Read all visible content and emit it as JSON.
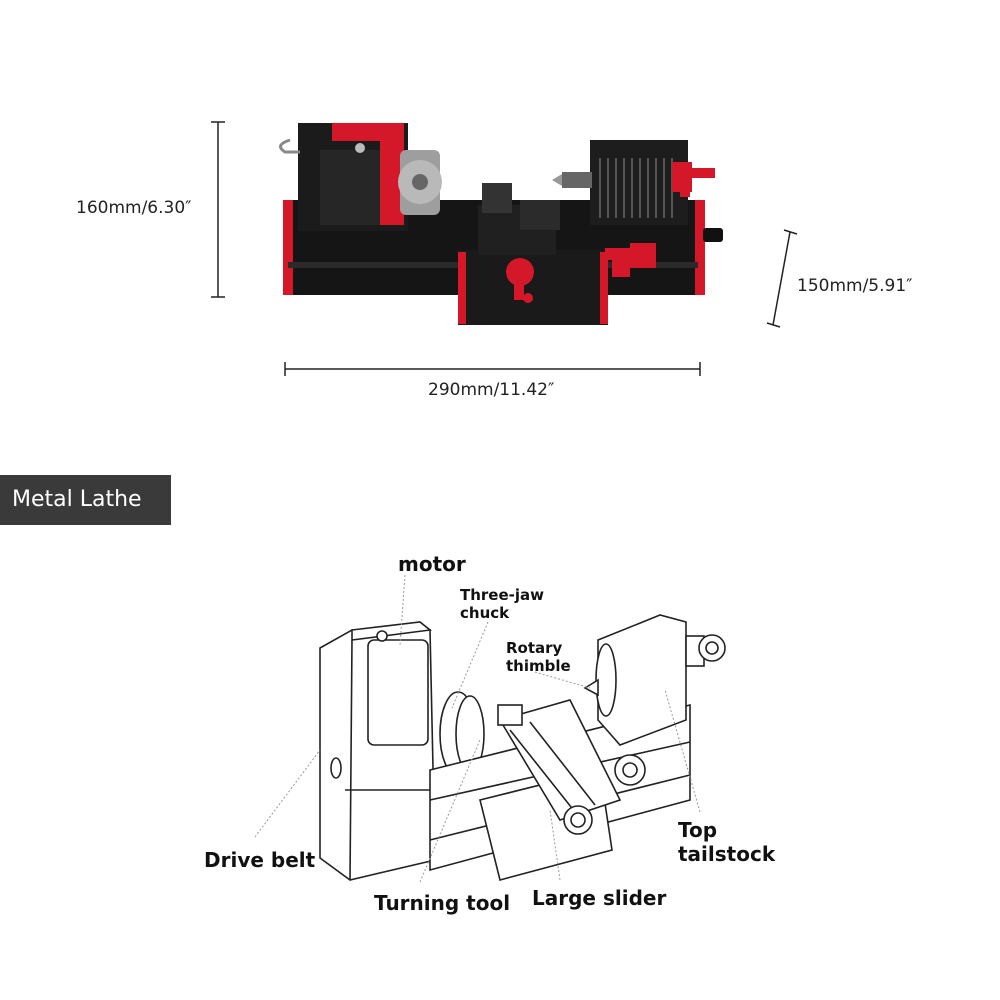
{
  "dimensions": {
    "height": "160mm/6.30″",
    "depth": "150mm/5.91″",
    "width": "290mm/11.42″"
  },
  "section_label": "Metal Lathe",
  "callouts": {
    "motor": "motor",
    "three_jaw_chuck": "Three-jaw\nchuck",
    "rotary_thimble": "Rotary\nthimble",
    "drive_belt": "Drive belt",
    "top_tailstock": "Top\ntailstock",
    "turning_tool": "Turning tool",
    "large_slider": "Large slider"
  }
}
